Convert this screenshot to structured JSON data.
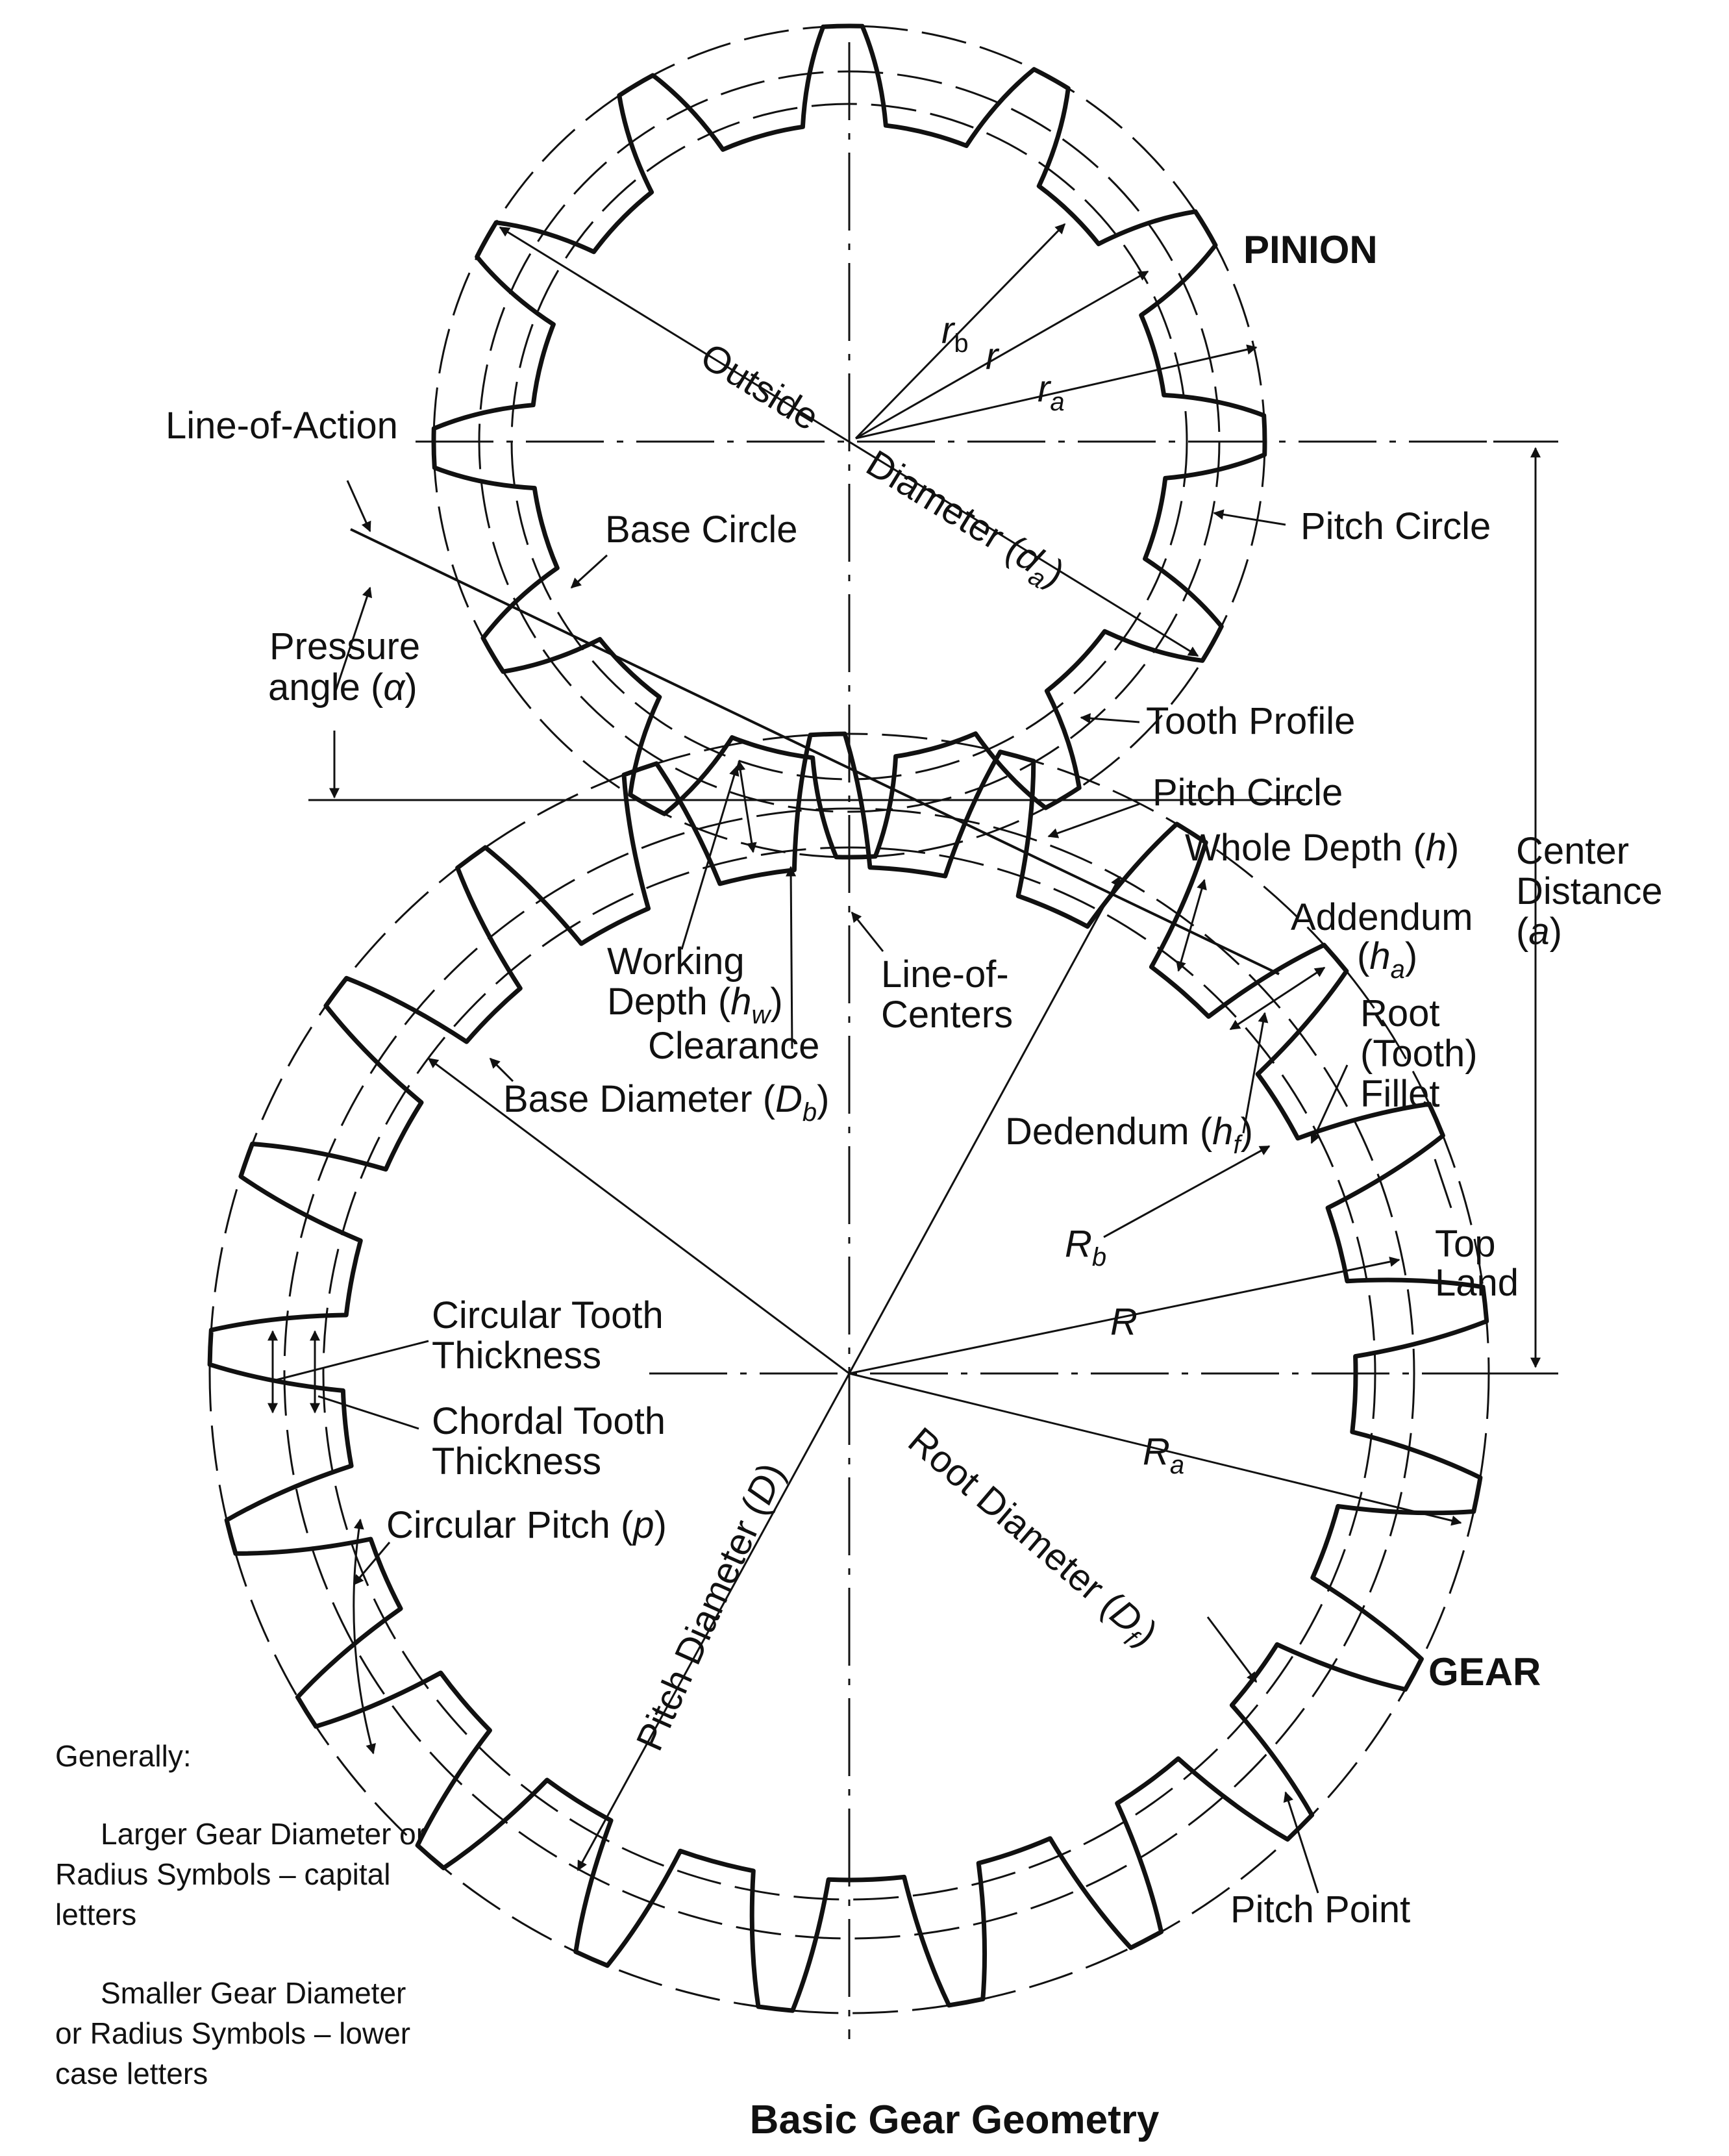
{
  "title": "Basic Gear Geometry",
  "gear_names": {
    "pinion": "PINION",
    "gear": "GEAR"
  },
  "pinion_teeth": 12,
  "gear_teeth": 21,
  "labels": {
    "line_of_action": "Line-of-Action",
    "pressure_angle_1": "Pressure",
    "pressure_angle_2": "angle (",
    "pressure_alpha": "α",
    "pressure_close": ")",
    "base_circle": "Base Circle",
    "outside": "Outside",
    "diameter": "Diameter (",
    "d": "d",
    "a_sub": "a",
    "close": ")",
    "r_b": "r",
    "b_sub": "b",
    "r": "r",
    "r_a": "r",
    "pitch_circle_pinion": "Pitch Circle",
    "tooth_profile": "Tooth Profile",
    "pitch_circle_gear": "Pitch Circle",
    "whole_depth": "Whole Depth (",
    "h": "h",
    "addendum": "Addendum",
    "h_open": "(",
    "root_1": "Root",
    "root_2": "(Tooth)",
    "root_3": "Fillet",
    "center_distance_1": "Center",
    "center_distance_2": "Distance",
    "center_a_open": "(",
    "a": "a",
    "working_depth_1": "Working",
    "working_depth_2": "Depth (",
    "w_sub": "w",
    "clearance": "Clearance",
    "line_of_centers_1": "Line-of-",
    "line_of_centers_2": "Centers",
    "base_diameter": "Base Diameter (",
    "D": "D",
    "dedendum": "Dedendum (",
    "f_sub": "f",
    "top_land_1": "Top",
    "top_land_2": "Land",
    "R_b": "R",
    "R": "R",
    "R_a": "R",
    "circular_tooth_1": "Circular Tooth",
    "circular_tooth_2": "Thickness",
    "chordal_tooth_1": "Chordal Tooth",
    "chordal_tooth_2": "Thickness",
    "circular_pitch": "Circular Pitch (",
    "p": "p",
    "root_diameter": "Root Diameter (",
    "pitch_diameter": "Pitch Diameter (",
    "pitch_point": "Pitch Point"
  },
  "note": {
    "heading": "Generally:",
    "para1": [
      "Larger Gear Diameter or",
      "Radius Symbols – capital",
      "letters"
    ],
    "para2": [
      "Smaller Gear Diameter",
      "or Radius Symbols – lower",
      "case letters"
    ]
  }
}
